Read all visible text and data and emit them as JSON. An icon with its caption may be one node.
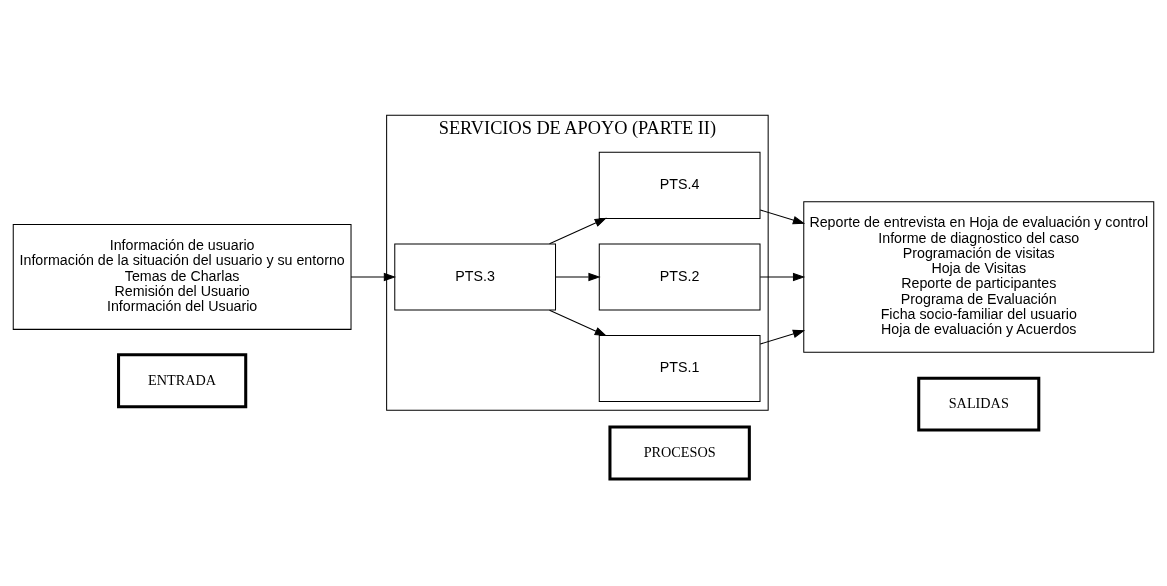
{
  "diagram": {
    "nodes": [
      {
        "text": [
          "ENTRADA"
        ]
      },
      {
        "text": [
          "PROCESOS"
        ]
      },
      {
        "text": [
          "SALIDAS"
        ]
      },
      {
        "text": [
          "Información de usuario",
          "Información de la situación del usuario y su entorno",
          "Temas de Charlas",
          "Remisión del Usuario",
          "Información del Usuario"
        ]
      },
      {
        "text": [
          "SERVICIOS DE APOYO (PARTE II)"
        ]
      },
      {
        "text": [
          "PTS.3"
        ],
        "in": 4
      },
      {
        "text": [
          "PTS.1"
        ],
        "in": 4
      },
      {
        "text": [
          "PTS.2"
        ],
        "in": 4
      },
      {
        "text": [
          "PTS.4"
        ],
        "in": 4
      },
      {
        "text": [
          "Reporte de entrevista en Hoja de evaluación y control",
          "Informe de diagnostico del caso",
          "Programación de visitas",
          "Hoja de Visitas",
          "Reporte de participantes",
          "Programa de Evaluación",
          "Ficha socio-familiar del usuario",
          "Hoja de evaluación y Acuerdos"
        ]
      }
    ],
    "edges": [
      {
        "from": 3,
        "to": 5,
        "arrow": "to"
      },
      {
        "from": 5,
        "to": 6,
        "arrow": "to"
      },
      {
        "from": 5,
        "to": 7,
        "arrow": "to"
      },
      {
        "from": 5,
        "to": 8,
        "arrow": "to"
      },
      {
        "from": 6,
        "to": 9,
        "arrow": "to"
      },
      {
        "from": 7,
        "to": 9,
        "arrow": "to"
      },
      {
        "from": 8,
        "to": 9,
        "arrow": "to"
      }
    ]
  }
}
